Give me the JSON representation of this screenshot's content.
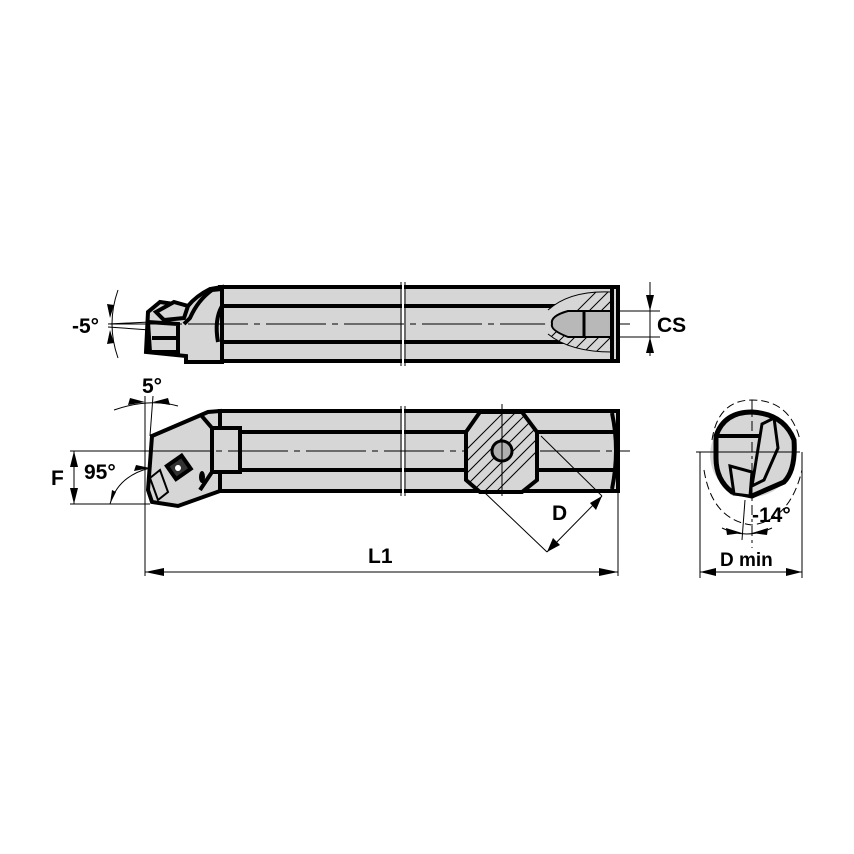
{
  "drawing": {
    "title": "Boring bar technical drawing",
    "colors": {
      "background": "#ffffff",
      "body_fill": "#d6d6d6",
      "line": "#000000"
    },
    "views": {
      "top_view": {
        "angle_label": "-5°",
        "coolant_label": "CS"
      },
      "side_view": {
        "lead_angle_label": "5°",
        "approach_angle_label": "95°",
        "offset_label": "F",
        "diameter_label": "D",
        "length_label": "L1"
      },
      "end_view": {
        "angle_label": "-14°",
        "min_bore_label": "D min"
      }
    }
  }
}
